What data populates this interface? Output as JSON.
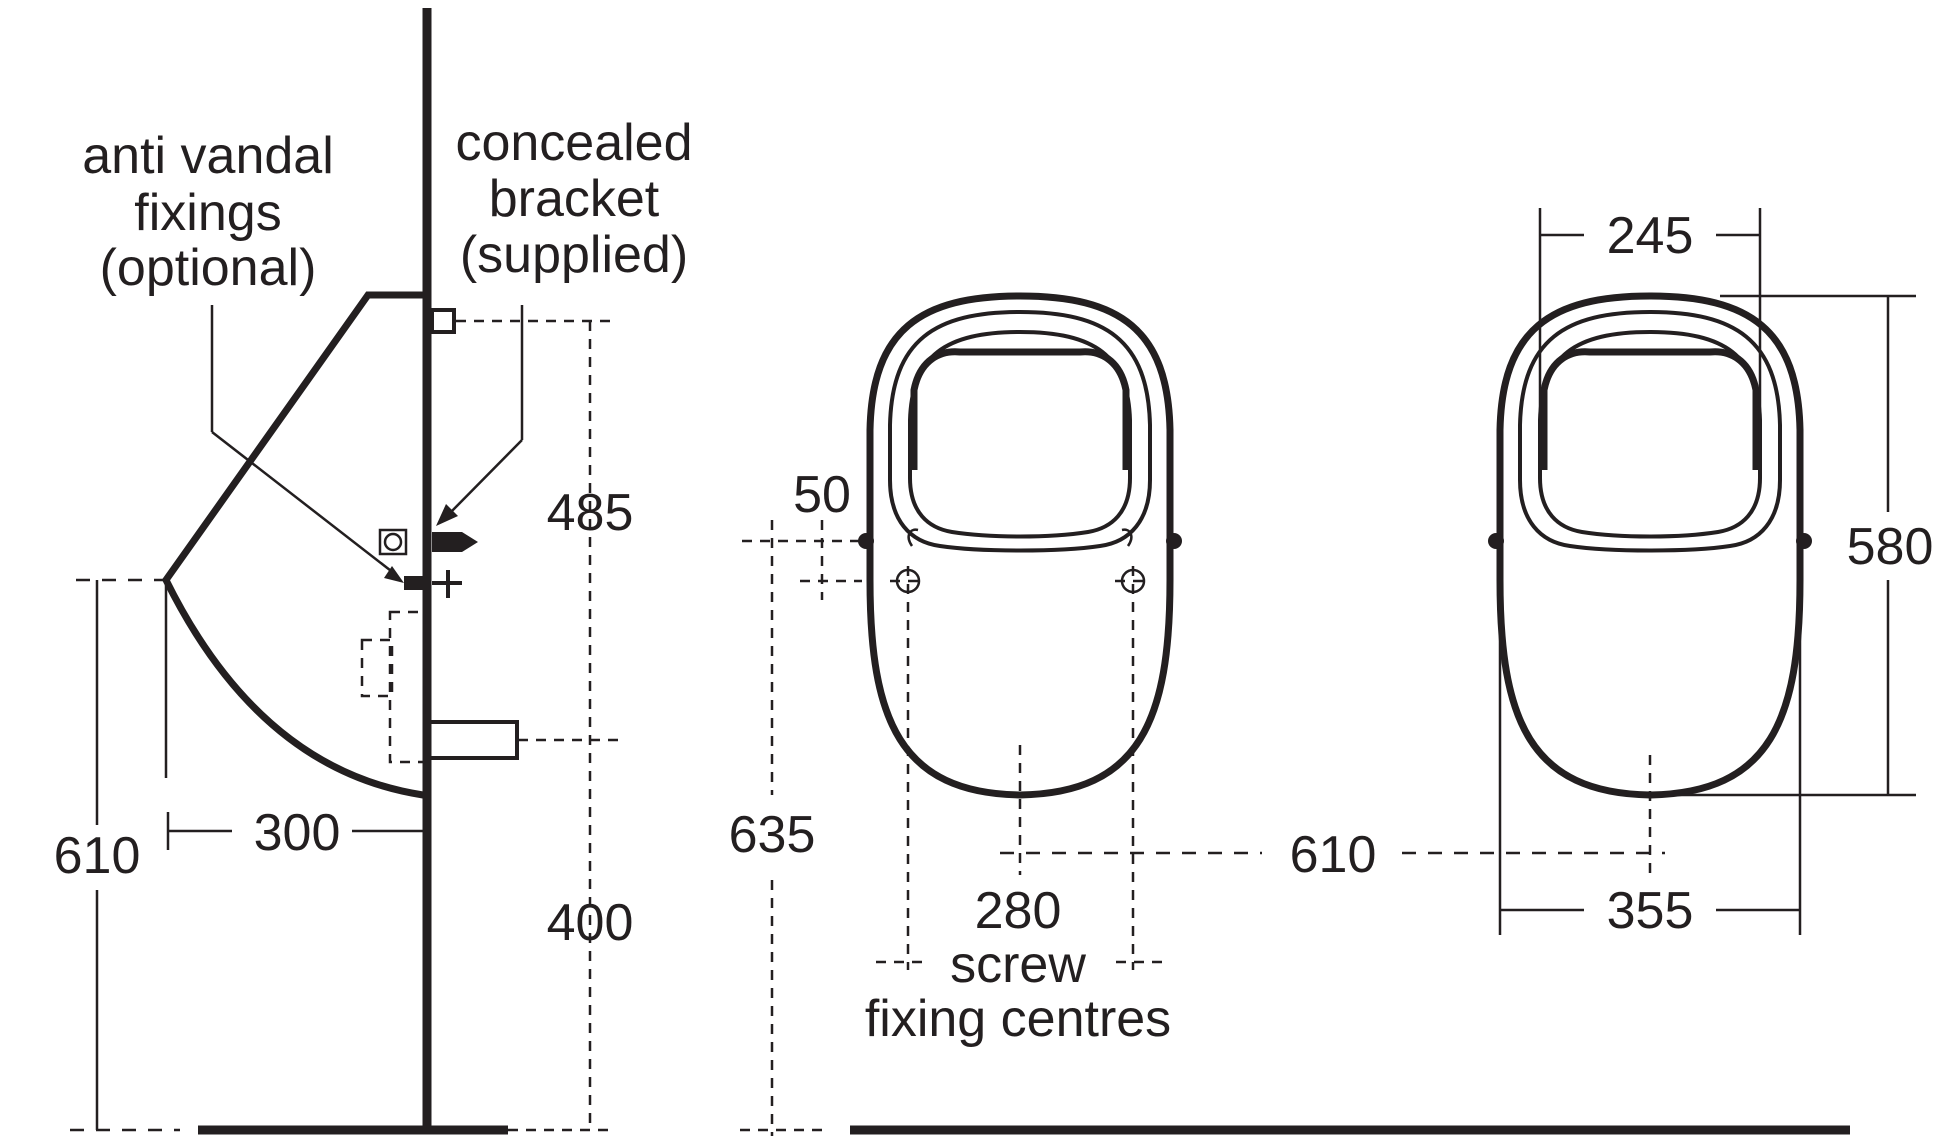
{
  "side_view": {
    "callout_anti_vandal": [
      "anti vandal",
      "fixings",
      "(optional)"
    ],
    "callout_bracket": [
      "concealed",
      "bracket",
      "(supplied)"
    ],
    "dim_height_to_rim": "610",
    "dim_projection": "300",
    "dim_bracket_to_waste": "485",
    "dim_waste_to_floor": "400"
  },
  "front_view": {
    "dim_fixing_offset": "50",
    "dim_fixing_height": "635",
    "dim_centre_line": "610",
    "screw_caption": [
      "280",
      "screw",
      "fixing centres"
    ]
  },
  "rear_view": {
    "dim_inner_width": "245",
    "dim_height": "580",
    "dim_overall_width": "355"
  },
  "colors": {
    "ink": "#231f20",
    "background": "#ffffff"
  }
}
